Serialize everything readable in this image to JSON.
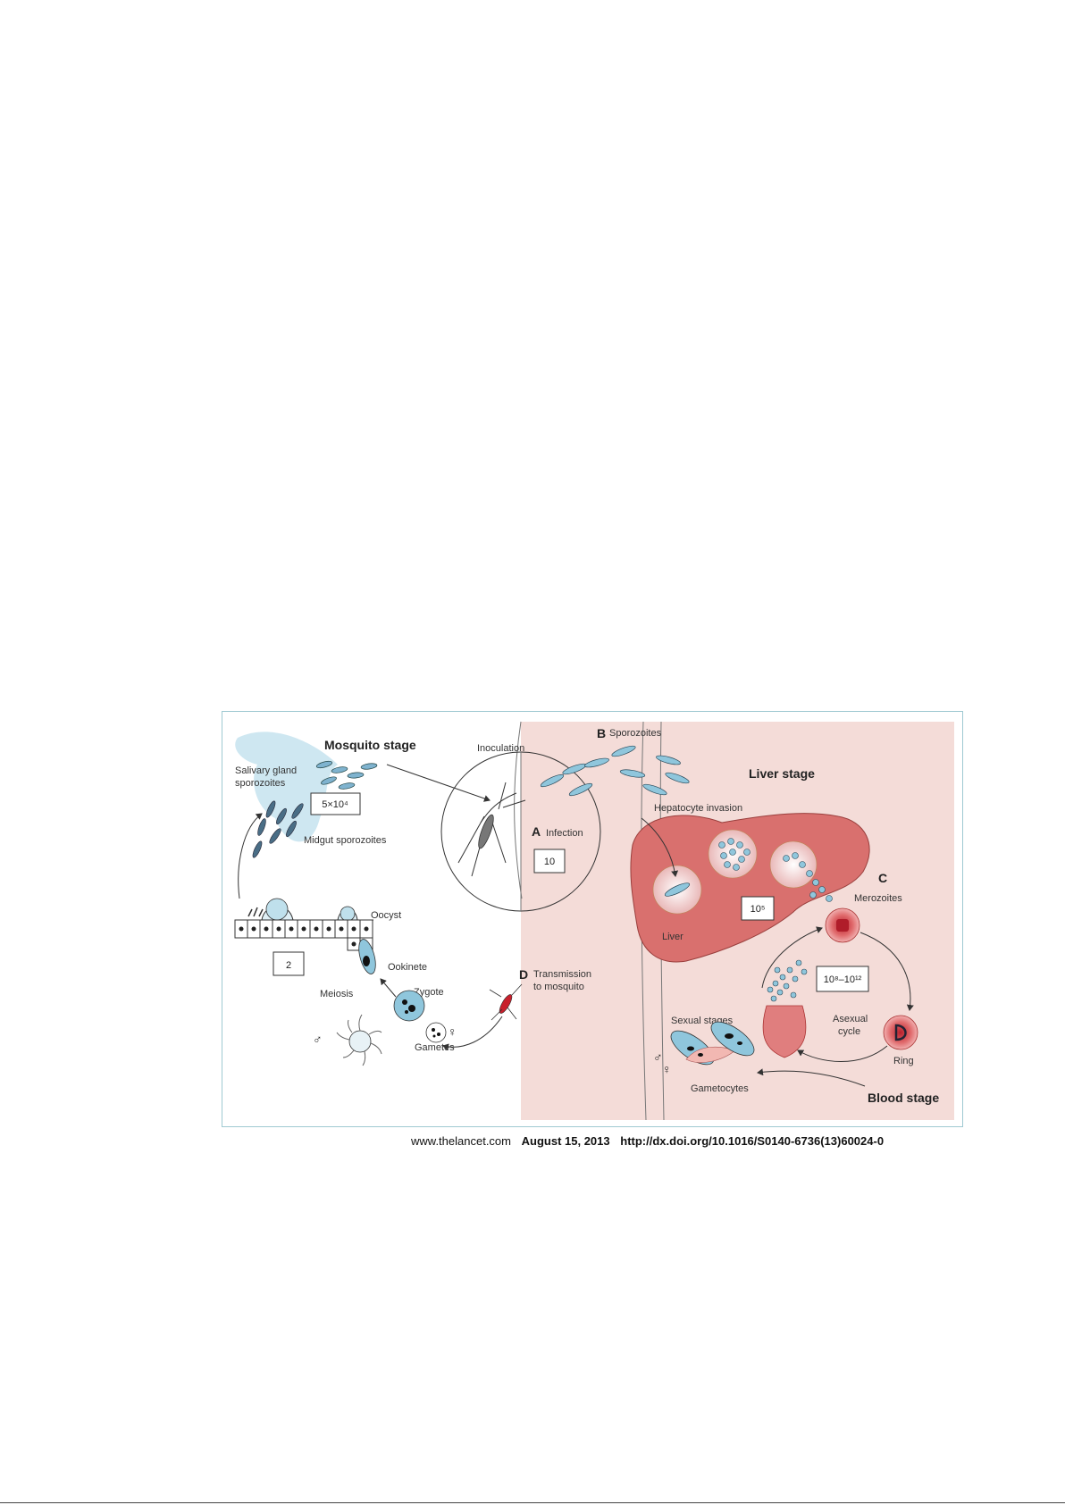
{
  "diagram": {
    "headers": {
      "mosquito": "Mosquito stage",
      "liver": "Liver stage",
      "blood": "Blood stage"
    },
    "letters": {
      "a": "A",
      "b": "B",
      "c": "C",
      "d": "D"
    },
    "labels": {
      "salivary": [
        "Salivary gland",
        "sporozoites"
      ],
      "midgut": "Midgut sporozoites",
      "oocyst": "Oocyst",
      "ookinete": "Ookinete",
      "meiosis": "Meiosis",
      "zygote": "Zygote",
      "gametes": "Gametes",
      "inoculation": "Inoculation",
      "sporozoites": "Sporozoites",
      "infection": "Infection",
      "hepatocyte": "Hepatocyte invasion",
      "liver": "Liver",
      "merozoites": "Merozoites",
      "transmission": [
        "Transmission",
        "to mosquito"
      ],
      "sexual": "Sexual stages",
      "gametocytes": "Gametocytes",
      "asexual": [
        "Asexual",
        "cycle"
      ],
      "ring": "Ring"
    },
    "boxes": {
      "mosquito_count": "5×10⁴",
      "oocyst_count": "2",
      "infection_count": "10",
      "liver_count": "10⁵",
      "blood_count": "10⁸–10¹²"
    },
    "symbols": {
      "male": "♂",
      "female": "♀"
    },
    "colors": {
      "skin": "#f4dcd8",
      "liver": "#d9706e",
      "parasite": "#8fc6dc",
      "mosquito_haze": "#c9e4ef",
      "rbc": "#d7484a"
    }
  },
  "citation": {
    "site": "www.thelancet.com",
    "date": "August 15, 2013",
    "doi": "http://dx.doi.org/10.1016/S0140-6736(13)60024-0"
  }
}
